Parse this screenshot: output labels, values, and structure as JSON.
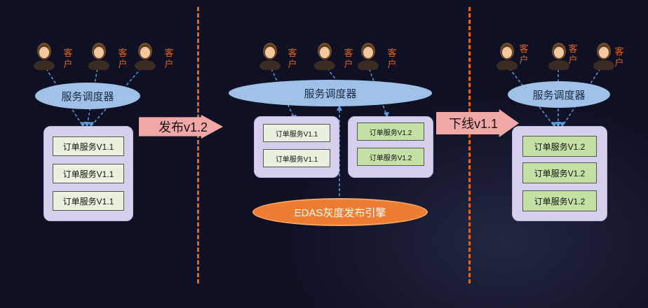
{
  "clients": {
    "label": "客户"
  },
  "scheduler": {
    "label": "服务调度器"
  },
  "services": {
    "v11": "订单服务V1.1",
    "v12": "订单服务V1.2"
  },
  "steps": {
    "publish": "发布v1.2",
    "offline": "下线v1.1"
  },
  "engine": {
    "label": "EDAS灰度发布引擎"
  },
  "colors": {
    "divider": "#e0651f",
    "client_label": "#e0651f",
    "scheduler": "#9fc1e6",
    "group": "#d6d0ec",
    "service_v11": "#eaf1de",
    "service_v12": "#c5e0a5",
    "step_arrow": "#f2a7a7",
    "engine": "#ed7d31",
    "links": "#5b9bd5"
  }
}
